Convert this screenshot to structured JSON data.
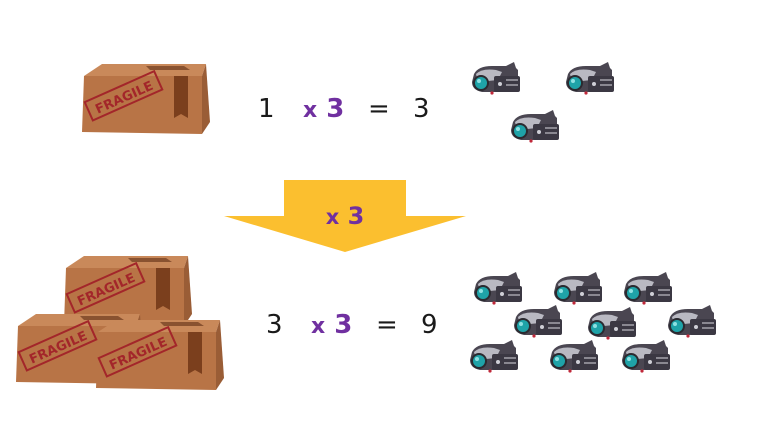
{
  "top_row": {
    "boxes": 1,
    "left_operand": "1",
    "multiplier_x": "x",
    "multiplier_value": "3",
    "equals": "=",
    "result": "3",
    "cameras": 3
  },
  "arrow": {
    "label_x": "x",
    "label_value": "3",
    "color": "#fbbf2f"
  },
  "bottom_row": {
    "boxes": 3,
    "left_operand": "3",
    "multiplier_x": "x",
    "multiplier_value": "3",
    "equals": "=",
    "result": "9",
    "cameras": 9
  },
  "box_label": "FRAGILE",
  "colors": {
    "accent_purple": "#7030a0",
    "arrow_yellow": "#fbbf2f",
    "box_brown": "#b87446",
    "stamp_red": "#a3262a",
    "camera_lens": "#1fa3a8"
  }
}
